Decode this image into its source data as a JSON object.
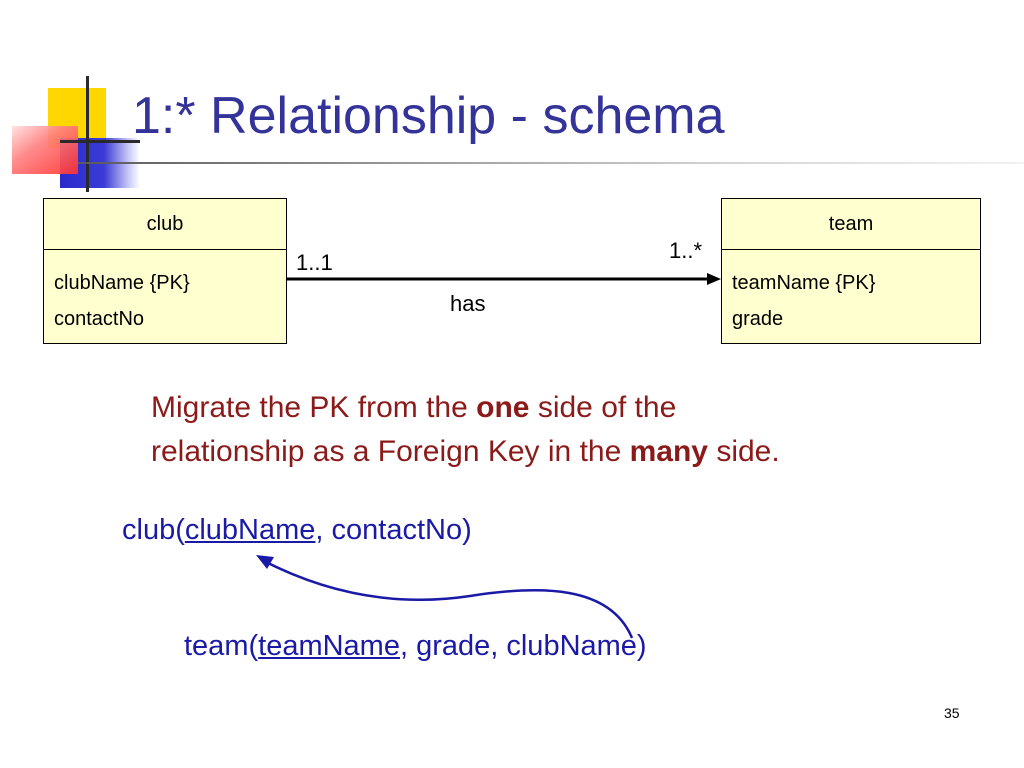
{
  "colors": {
    "title": "#333399",
    "note": "#8b1a1a",
    "schema": "#1a1aa6",
    "entity_fill": "#ffffd0",
    "accent_yellow": "#ffd700",
    "accent_blue": "#3333cc",
    "accent_red": "#ff3333"
  },
  "slide": {
    "title": "1:* Relationship - schema",
    "number": "35"
  },
  "diagram": {
    "entities": [
      {
        "name": "club",
        "attributes": [
          "clubName {PK}",
          "contactNo"
        ]
      },
      {
        "name": "team",
        "attributes": [
          "teamName {PK}",
          "grade"
        ]
      }
    ],
    "relationship": {
      "name": "has",
      "left_multiplicity": "1..1",
      "right_multiplicity": "1..*"
    }
  },
  "note": {
    "line1_a": "Migrate the PK from the ",
    "line1_bold": "one",
    "line1_b": " side of the",
    "line2_a": "relationship as a Foreign Key in the ",
    "line2_bold": "many",
    "line2_b": " side."
  },
  "schema": {
    "club": {
      "prefix": "club(",
      "pk": "clubName",
      "rest": ", contactNo)"
    },
    "team": {
      "prefix": "team(",
      "pk": "teamName",
      "rest": ", grade, clubName)"
    }
  }
}
